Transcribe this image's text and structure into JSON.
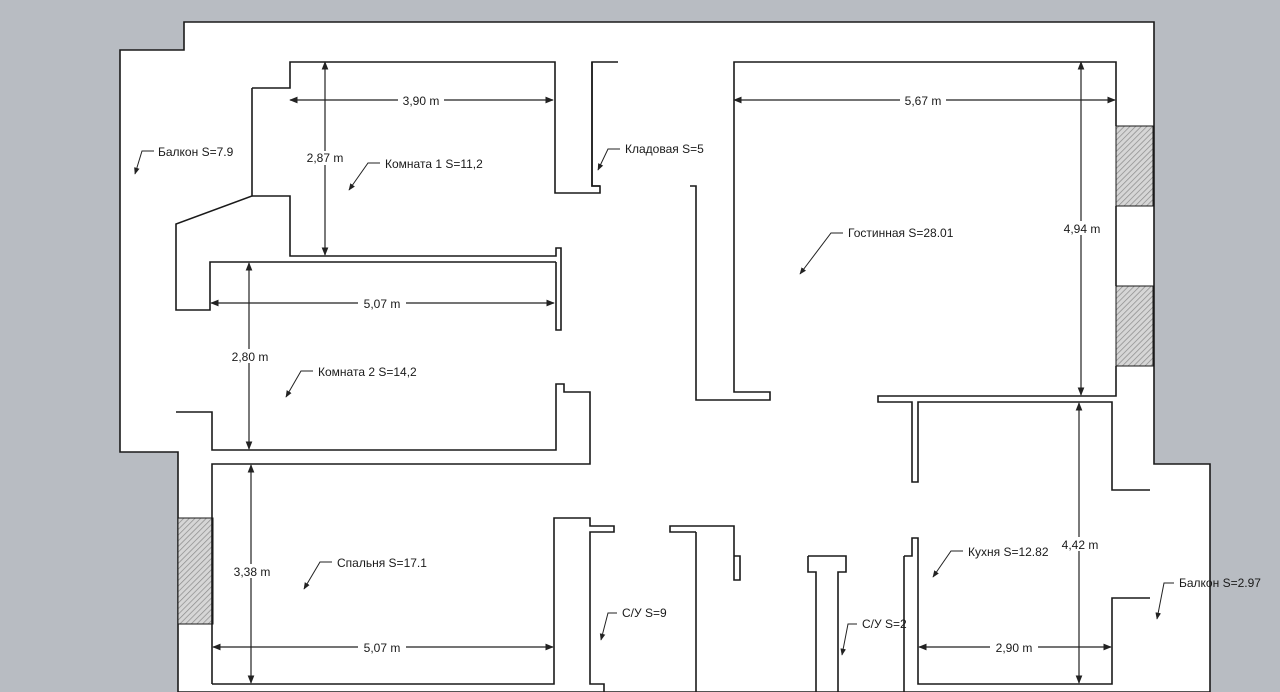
{
  "rooms": {
    "balcony_left": "Балкон S=7.9",
    "room1": "Комната 1 S=11,2",
    "pantry": "Кладовая S=5",
    "living": "Гостинная S=28.01",
    "room2": "Комната 2 S=14,2",
    "bedroom": "Спальня S=17.1",
    "bath1": "С/У S=9",
    "bath2": "С/У S=2",
    "kitchen": "Кухня S=12.82",
    "balcony_right": "Балкон S=2.97"
  },
  "dimensions": {
    "room1_width": "3,90 m",
    "room1_height": "2,87 m",
    "living_width": "5,67 m",
    "living_height": "4,94 m",
    "room2_width": "5,07 m",
    "room2_height": "2,80 m",
    "bedroom_height": "3,38 m",
    "bedroom_width": "5,07 m",
    "kitchen_height": "4,42 m",
    "kitchen_width": "2,90 m"
  },
  "colors": {
    "background": "#b8bcc2",
    "floor": "#ffffff",
    "wall": "#1a1a1a",
    "window_hatch": "#9a9a9a"
  }
}
